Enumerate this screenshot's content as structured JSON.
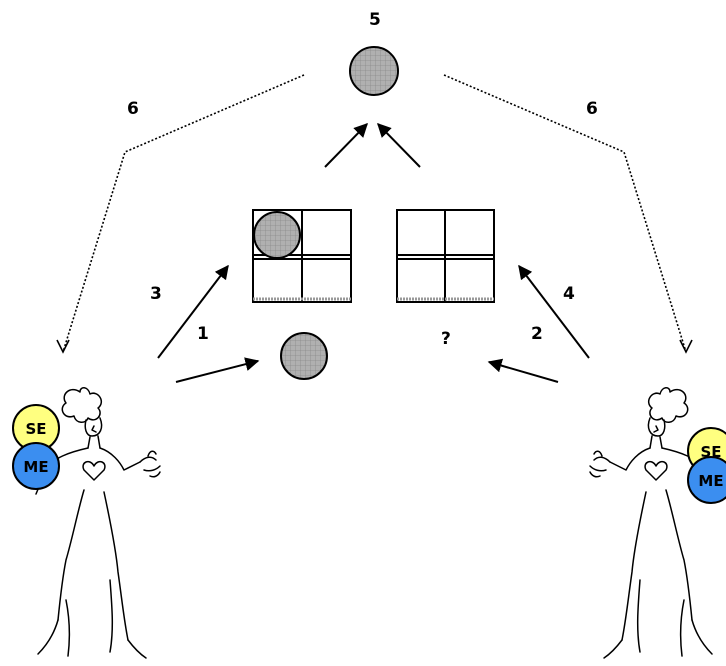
{
  "labels": {
    "step_top": "5",
    "step_left_dotted": "6",
    "step_right_dotted": "6",
    "step_3": "3",
    "step_1": "1",
    "step_4": "4",
    "step_2": "2",
    "unknown": "?"
  },
  "left_person": {
    "badge_top": "SE",
    "badge_bottom": "ME"
  },
  "right_person": {
    "badge_top": "SE",
    "badge_bottom": "ME"
  },
  "colors": {
    "se_badge": "#ffff80",
    "me_badge": "#3b8ef0",
    "ball": "#b0b0b0",
    "line": "#000000"
  }
}
